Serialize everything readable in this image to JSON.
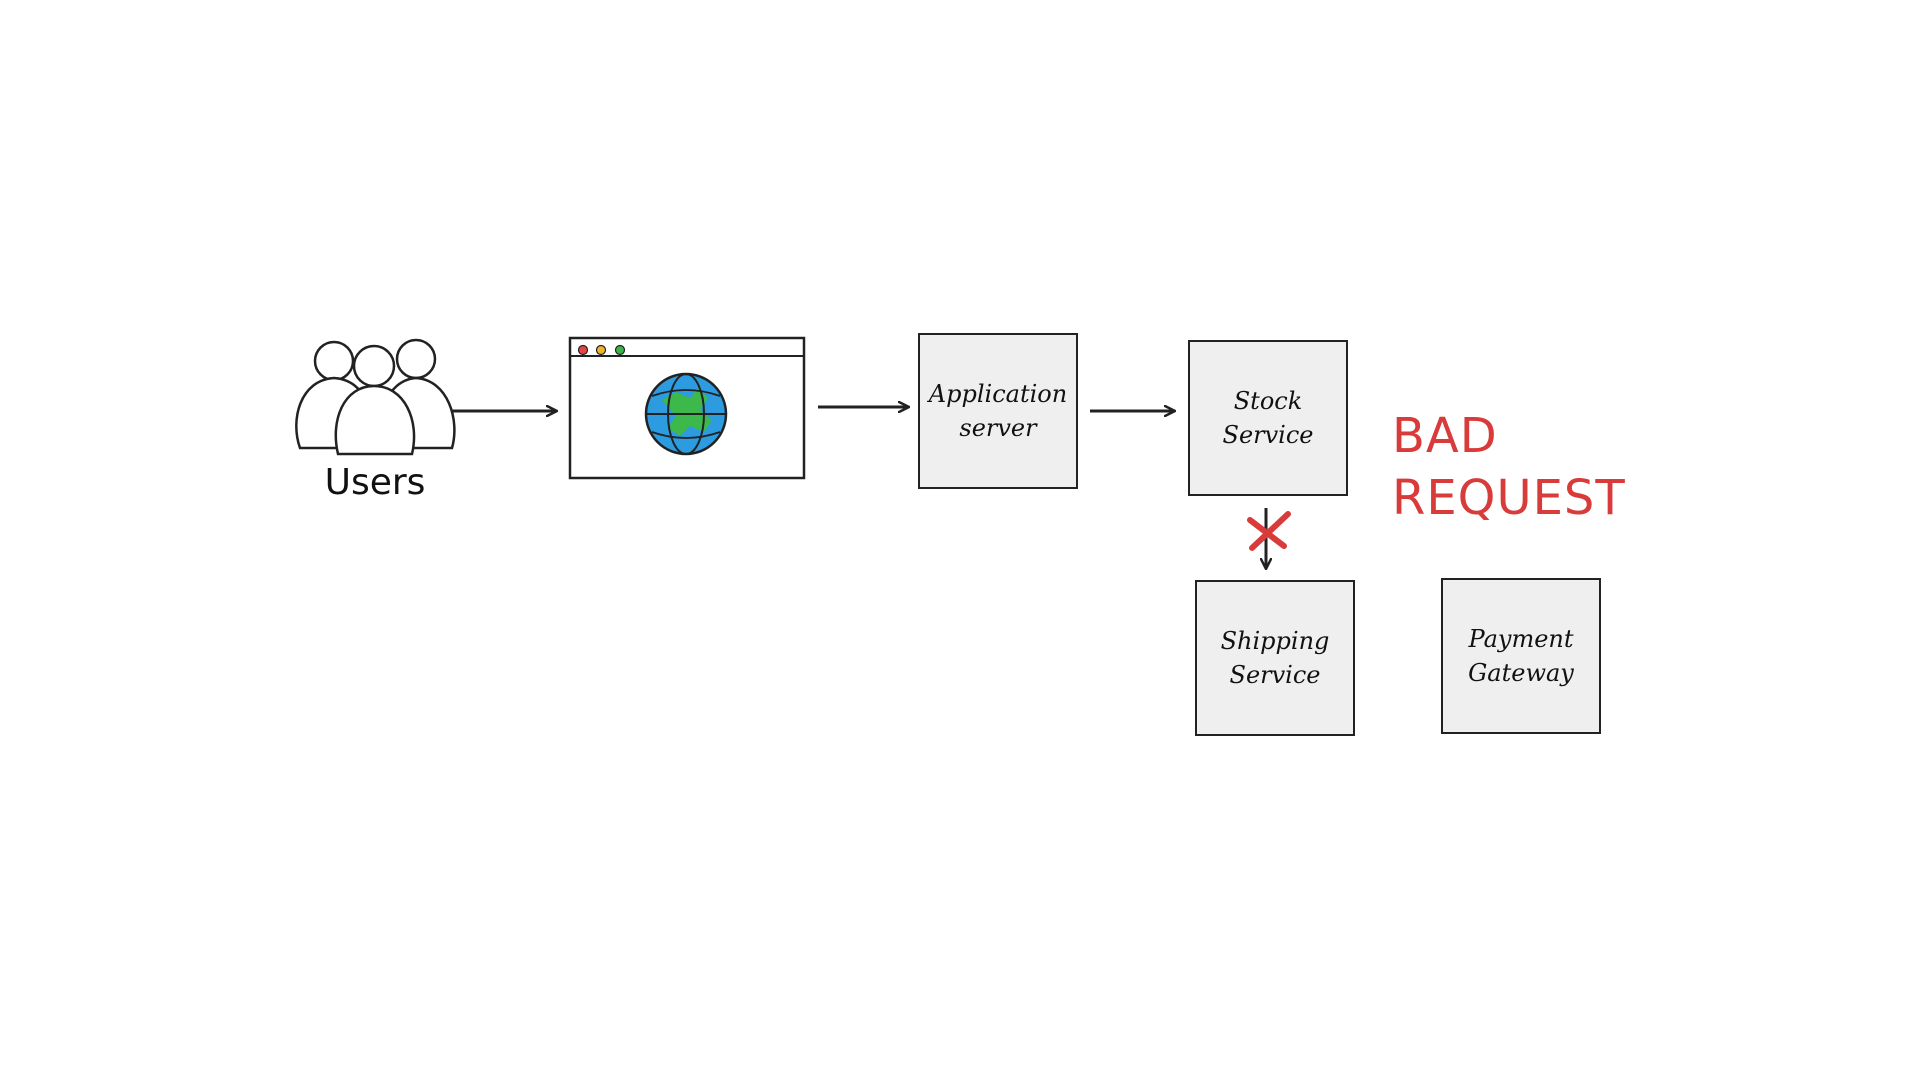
{
  "users": {
    "label": "Users"
  },
  "nodes": {
    "app_server": {
      "line1": "Application",
      "line2": "server"
    },
    "stock_service": {
      "line1": "Stock",
      "line2": "Service"
    },
    "shipping_service": {
      "line1": "Shipping",
      "line2": "Service"
    },
    "payment_gateway": {
      "line1": "Payment",
      "line2": "Gateway"
    }
  },
  "status": {
    "line1": "BAD",
    "line2": "REQUEST",
    "color": "#d93a3a"
  },
  "colors": {
    "box_fill": "#efefef",
    "stroke": "#222222",
    "globe_ocean": "#2d9be0",
    "globe_land": "#3db84a",
    "dot_red": "#e64545",
    "dot_yellow": "#f0b429",
    "dot_green": "#3bb54a",
    "error_mark": "#d93a3a"
  },
  "icons": [
    "users-group-icon",
    "browser-window-icon",
    "globe-icon",
    "error-x-icon"
  ]
}
